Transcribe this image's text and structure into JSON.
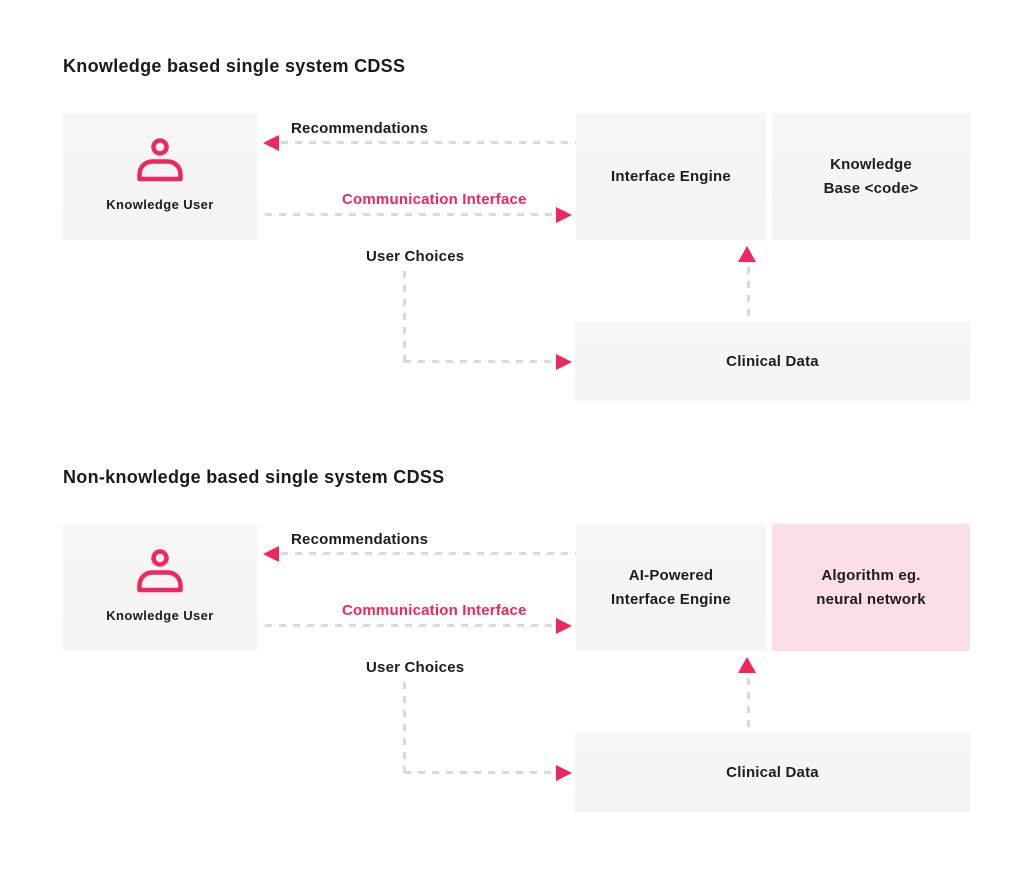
{
  "colors": {
    "accent_pink": "#F1265C",
    "box_gray": "#F5F5F5",
    "algorithm_box_pink": "#FBDEE8",
    "dash_gray": "#D9D9D9",
    "text_dark": "#1D1D1D"
  },
  "sections": [
    {
      "title": "Knowledge based single system CDSS",
      "user_box_label": "Knowledge User",
      "recommendations_label": "Recommendations",
      "communication_label": "Communication Interface",
      "user_choices_label": "User Choices",
      "engine_box_label": "Interface Engine",
      "side_box_label": "Knowledge\nBase <code>",
      "clinical_box_label": "Clinical Data"
    },
    {
      "title": "Non-knowledge based single system CDSS",
      "user_box_label": "Knowledge User",
      "recommendations_label": "Recommendations",
      "communication_label": "Communication Interface",
      "user_choices_label": "User Choices",
      "engine_box_label": "AI-Powered\nInterface Engine",
      "side_box_label": "Algorithm eg.\nneural network",
      "clinical_box_label": "Clinical Data"
    }
  ]
}
